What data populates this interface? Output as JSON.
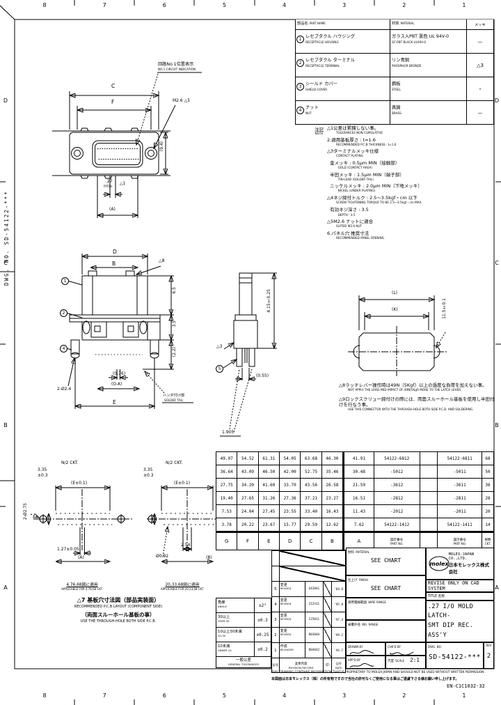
{
  "sheet": {
    "zones_top": [
      "8",
      "7",
      "6",
      "5",
      "4",
      "3",
      "2",
      "1"
    ],
    "zones_bottom": [
      "8",
      "7",
      "6",
      "5",
      "4",
      "3",
      "2",
      "1"
    ],
    "zones_left": [
      "D",
      "C",
      "B",
      "A"
    ],
    "zones_right": [
      "D",
      "C",
      "B",
      "A"
    ],
    "margin_dwg_no": "DWG. NO. SD-54122-***",
    "corner_code": "EN-C1C1032-32"
  },
  "parts_table": {
    "header": {
      "name_jp": "部品名",
      "name_en": "PART NAME",
      "mat_jp": "材質",
      "mat_en": "MATERIAL",
      "fin_jp": "メッキ",
      "fin_en": "FINISH"
    },
    "rows": [
      {
        "no": "1",
        "name": "レセプタクル ハウジング",
        "name_en": "RECEPTACLE HOUSING",
        "mat": "ガラス入PBT 黒色 UL 94V-0",
        "mat_en": "GF-PBT BLACK UL94V-0",
        "finish": "—"
      },
      {
        "no": "2",
        "name": "レセプタクル ターミナル",
        "name_en": "RECEPTACLE TERMINAL",
        "mat": "リン青銅",
        "mat_en": "PHOSPHOR BRONZE",
        "finish": "△3"
      },
      {
        "no": "3",
        "name": "シールド カバー",
        "name_en": "SHIELD COVER",
        "mat": "鋼板",
        "mat_en": "STEEL",
        "finish": "・"
      },
      {
        "no": "4",
        "name": "ナット",
        "name_en": "NUT",
        "mat": "真鍮",
        "mat_en": "BRASS",
        "finish": "—"
      }
    ]
  },
  "notes": {
    "label_jp": "注記",
    "label_en": "NOTE",
    "items": [
      {
        "marker": "△1",
        "jp": "公差は累積しない事。",
        "en": "TOLERANCES NON CUMULATIVE"
      },
      {
        "marker": "2.",
        "jp": "適用基板厚さ : t=1.6",
        "en": "RECOMMENDED P.C.B THICKNESS : t=1.6"
      },
      {
        "marker": "△3",
        "jp": "ターミナルメッキ仕様",
        "en": "CONTACT PLATING"
      },
      {
        "marker": "",
        "jp": "  金メッキ : 0.5μm MIN（接触部）",
        "en": "  GOLD (CONTACT AREA)"
      },
      {
        "marker": "",
        "jp": "  半田メッキ : 1.5μm MIN（端子部）",
        "en": "  TIN-LEAD (SOLDER TAIL)"
      },
      {
        "marker": "",
        "jp": "  ニッケルメッキ : 2.0μm MIN（下地メッキ）",
        "en": "  NICKEL (UNDER PLATING)"
      },
      {
        "marker": "△4",
        "jp": "ネジ締付トルク : 2.5〜3.5kgf・cm 以下",
        "en": "SCREW TIGHTENING TORQUE TO BE 2.5〜3.5kgf・cm MAX."
      },
      {
        "marker": "",
        "jp": "  有効ネジ深さ : 3.5",
        "en": "  DEPTH : 3.5"
      },
      {
        "marker": "△5",
        "jp": "M2.6 ナットに適合",
        "en": "SUITED M2.6 NUT"
      },
      {
        "marker": "6.",
        "jp": "パネル穴 推奨寸法",
        "en": "RECOMMENDED PANEL OPENING"
      }
    ]
  },
  "warn_notes": [
    {
      "marker": "△8",
      "jp": "ラッチレバー操作時は49N（5Kgf）以上の過度な負荷を加えない事。",
      "en": "NOT APPLY THE LOAD AND IMPACT OF 49N(5Kgf) MORE TO THE LATCH LEVER."
    },
    {
      "marker": "△9",
      "jp": "ロックスクリュー締付けの際には、両面スルーホール基板を使用し半田付けを行なう事。",
      "en": "USE THIS CONNECTOR WITH THE THROUGH-HOLE BOTH SIDE P.C.B. AND SOLDERING."
    }
  ],
  "views": {
    "front": {
      "dim_c": "C",
      "dim_f": "F",
      "thread": "M2.6 △5",
      "circuit_jp": "回路No.1位置表示",
      "circuit_en": "NO.1 CIRCUIT INDICATION",
      "pitch": ".27",
      "pitch_sub": "PITCH",
      "pitch_note": "△1",
      "dim_a": "(A)",
      "height": "(9.4)"
    },
    "side": {
      "dim_d": "D",
      "dim_b": "B",
      "dim_e": "E",
      "latch_note": "△8",
      "hole": "2-Ø2.4",
      "tail_pitch": "(0.76)",
      "oa": "(O.A)",
      "h1": "6.5",
      "h2": "3.5",
      "h3": "(2.2)",
      "tail_jp": "ハンダ付け部",
      "tail_en": "SOLDER TAIL",
      "bal1": "1",
      "bal2": "2",
      "bal4": "4"
    },
    "section": {
      "w1": "(0.55)",
      "w2": "1.905",
      "h": "4.15±0.25",
      "m1": "△3",
      "bal5": "5"
    },
    "panel": {
      "dim1": "(L)",
      "dim2": "(K)",
      "dimv": "11.5±0.1"
    }
  },
  "pcb": {
    "cap1_jp": "△7 基板穴寸法図（部品実装面）",
    "cap1_en": "RECOMMENDED P.C.B LAYOUT (COMPONENT SIDE)",
    "cap2_jp": "（両面スルーホール基板の事）",
    "cap2_en": "USE THE THROUGH-HOLE BOTH SIDE P.C.B.",
    "left_app_jp": "4,76,68図に適用",
    "left_app_en": "APPLICABLE FOR 4,76,68 CKT.",
    "right_app_jp": "20,33,68図に適用",
    "right_app_en": "APPLICABLE FOR 20,33,68 CKT.",
    "l_n2": "N/2 CKT.",
    "l_335": "3.35",
    "l_tol": "±0.3",
    "l_ec": "(E±0.1)",
    "l_127": "1.27±0.05",
    "l_a": "(A)",
    "l_275": "2-Ø2.75",
    "r_n2": "N/2 CKT.",
    "r_335": "3.35",
    "r_tol": "±0.3",
    "r_ec": "(E±0.1)",
    "r_092": "Ø0.92",
    "r_254": "2.54",
    "r_b": "(B)"
  },
  "dim_table": {
    "rows": [
      {
        "g": "49.07",
        "f": "54.52",
        "e": "61.31",
        "d": "54.05",
        "c": "63.68",
        "b": "46.30",
        "a": "41.91",
        "p2": "54122-6812",
        "p1": "54122-6811",
        "ckt": "68"
      },
      {
        "g": "36.64",
        "f": "43.09",
        "e": "46.50",
        "d": "42.00",
        "c": "52.75",
        "b": "35.46",
        "a": "30.48",
        "p2": "-5012",
        "p1": "-5011",
        "ckt": "50"
      },
      {
        "g": "27.75",
        "f": "34.20",
        "e": "41.60",
        "d": "33.70",
        "c": "43.56",
        "b": "26.58",
        "a": "21.59",
        "p2": "-3612",
        "p1": "-3611",
        "ckt": "36"
      },
      {
        "g": "19.40",
        "f": "27.65",
        "e": "31.26",
        "d": "27.36",
        "c": "37.21",
        "b": "23.27",
        "a": "16.51",
        "p2": "-2812",
        "p1": "-2811",
        "ckt": "28"
      },
      {
        "g": "7.53",
        "f": "24.04",
        "e": "27.45",
        "d": "23.55",
        "c": "33.40",
        "b": "16.43",
        "a": "11.43",
        "p2": "-2012",
        "p1": "-2011",
        "ckt": "20"
      },
      {
        "g": "3.78",
        "f": "20.22",
        "e": "23.67",
        "d": "15.77",
        "c": "29.59",
        "b": "12.62",
        "a": "7.62",
        "p2": "54122-1412",
        "p1": "54122-1411",
        "ckt": "14"
      }
    ],
    "footer": {
      "g": "G",
      "f": "F",
      "e": "E",
      "d": "D",
      "c": "C",
      "b": "B",
      "a": "A",
      "p2_jp": "図示番号",
      "p2_en": "PART NO.",
      "p1_jp": "図示番号",
      "p1_en": "PART NO.",
      "ckt_jp": "極数",
      "ckt_en": "CKT."
    }
  },
  "tolerances": {
    "title_jp": "一般公差",
    "title_en": "GENERAL TOLERANCES",
    "rows": [
      {
        "jp": "角度",
        "en": "ANGLE",
        "val": "±2°"
      },
      {
        "jp": "30以上",
        "en": "OVER 30",
        "val": "±0.3"
      },
      {
        "jp": "10以上30未満",
        "en": "10-30",
        "val": "±0.25"
      },
      {
        "jp": "10未満",
        "en": "UNDER 10",
        "val": "±0.2"
      }
    ]
  },
  "revisions": {
    "header": {
      "no": "記号",
      "desc_jp": "変更内容",
      "desc_en": "REVISION RECORD",
      "stamp": "印",
      "date_jp": "日付",
      "date_en": "DATE"
    },
    "rows": [
      {
        "no": "5",
        "jp": "変更",
        "en": "REVISED",
        "code": "G43041",
        "date": "'04.8"
      },
      {
        "no": "4",
        "jp": "変更",
        "en": "REVISED",
        "code": "212411",
        "date": "'95.8"
      },
      {
        "no": "3",
        "jp": "変更",
        "en": "REVISED",
        "code": "C25011",
        "date": "'97.4"
      },
      {
        "no": "2",
        "jp": "変更",
        "en": "REVISED",
        "code": "D03604",
        "date": "'99.2"
      },
      {
        "no": "1",
        "jp": "作成",
        "en": "RELEASED",
        "code": "D04642",
        "date": "'94.7"
      }
    ]
  },
  "title_block": {
    "material_jp": "材料",
    "material_en": "MATERIAL",
    "material_value": "SEE CHART",
    "finish_jp": "仕上げ",
    "finish_en": "FINISH",
    "finish_value": "SEE CHART",
    "wire_jp": "適用電線範囲",
    "wire_en": "WIRE RANGE",
    "ins_jp": "被覆外径",
    "ins_en": "INS. RANGE",
    "logo_text": "molex",
    "company_en": "MOLEX-JAPAN CO.,LTD.",
    "company_jp": "日本モレックス株式会社",
    "cad_note": "REVISE ONLY ON CAD SYSTEM",
    "title_label": "TITLE 名称",
    "title_line1": ".27 I/O MOLD LATCH-",
    "title_line2": "SMT DIP REC. ASS'Y",
    "drawn_label": "DRAWN BY",
    "chkd_label": "CHK'D BY",
    "appd_label": "APP'D BY",
    "scale_jp": "尺度",
    "scale_en": "SCALE",
    "scale_value": "2:1",
    "dwgno_label": "DWG. NO.",
    "dwgno_value": "SD-54122-***",
    "rev_label": "REV",
    "rev_value": "2",
    "disclaimer_en": "THIS DRAWING CONTAINS INFORMATION THAT IS PROPRIETARY TO MOLEX-JAPAN AND SHOULD NOT BE USED WITHOUT WRITTEN PERMISSION.",
    "disclaimer_jp": "本図面は日本モレックス（株）の所有物ですので当社の許可なくご使用になる事はご遠慮下さる様お願い申し上げます。"
  }
}
